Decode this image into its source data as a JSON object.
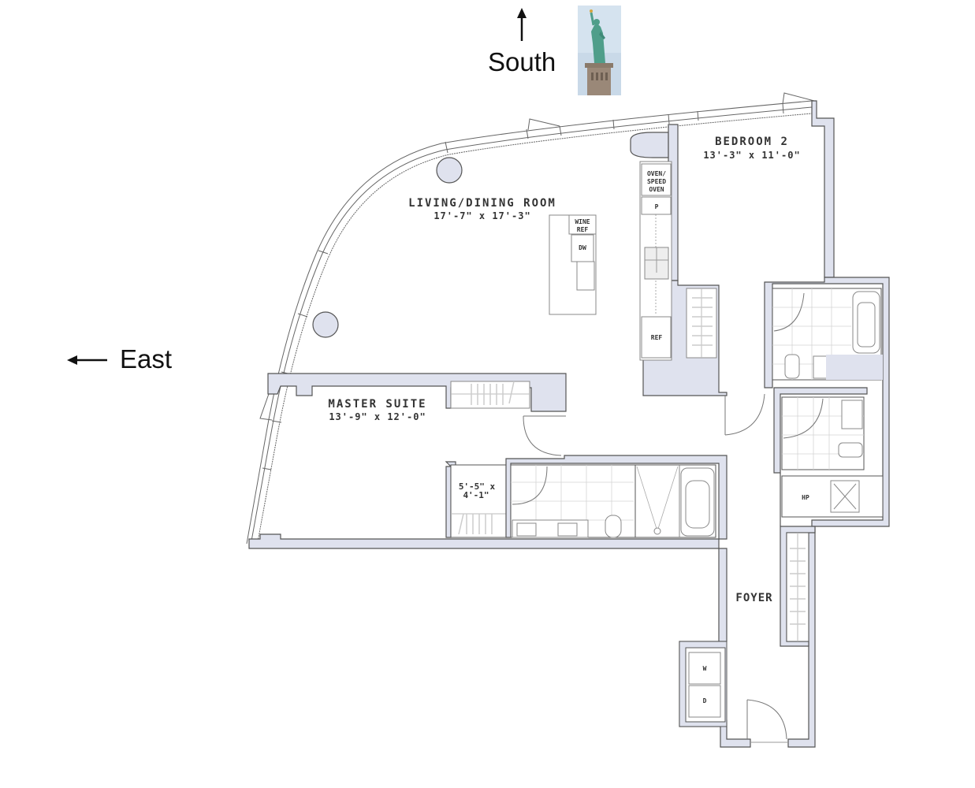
{
  "compass": {
    "south_label": "South",
    "east_label": "East",
    "south_arrow_icon": "arrow-up-icon",
    "east_arrow_icon": "arrow-left-icon",
    "landmark_image": "statue-of-liberty-photo"
  },
  "rooms": {
    "living": {
      "name": "LIVING/DINING ROOM",
      "dims": "17'-7\" x 17'-3\""
    },
    "bedroom2": {
      "name": "BEDROOM 2",
      "dims": "13'-3\" x 11'-0\""
    },
    "master": {
      "name": "MASTER SUITE",
      "dims": "13'-9\" x 12'-0\""
    },
    "closet": {
      "dims_line1": "5'-5\" x",
      "dims_line2": "4'-1\""
    },
    "foyer": {
      "name": "FOYER"
    }
  },
  "appliances": {
    "oven_line1": "OVEN/",
    "oven_line2": "SPEED",
    "oven_line3": "OVEN",
    "pantry": "P",
    "ref": "REF",
    "wine_line1": "WINE",
    "wine_line2": "REF",
    "dishwasher": "DW",
    "heat_pump": "HP",
    "washer": "W",
    "dryer": "D"
  },
  "colors": {
    "wall_fill": "#dfe2ee",
    "wall_stroke": "#555555",
    "text": "#333333"
  }
}
